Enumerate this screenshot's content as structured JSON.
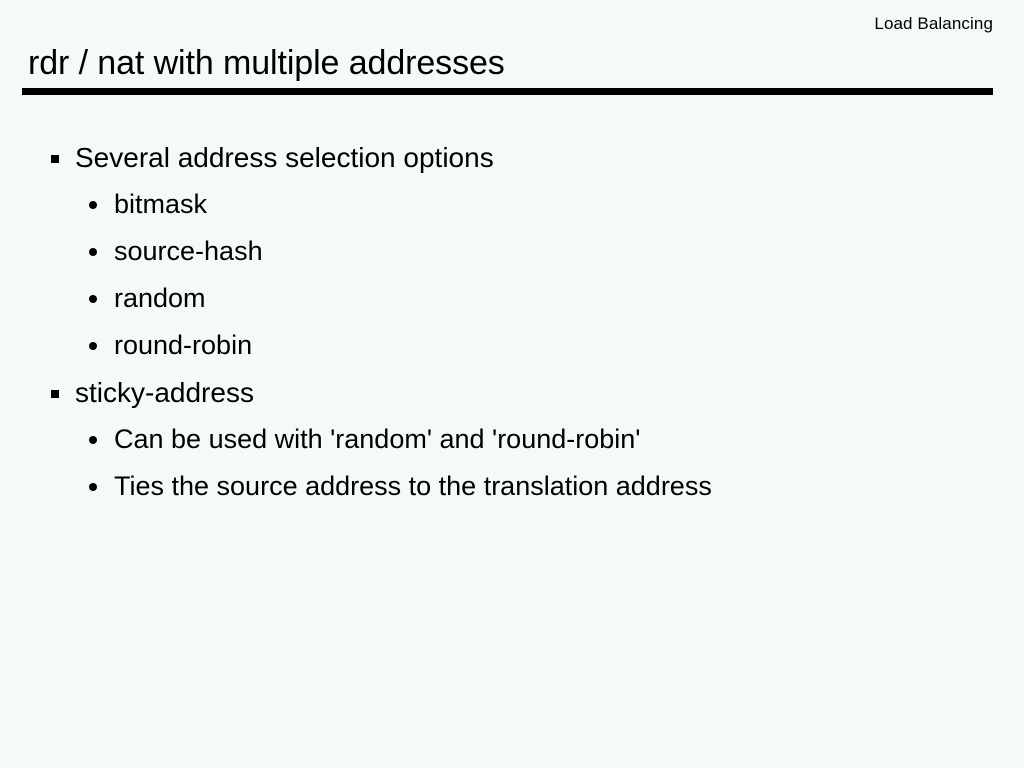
{
  "slide": {
    "header": "Load Balancing",
    "title": "rdr / nat with multiple addresses",
    "background_color": "#f4faf6",
    "text_color": "#000000",
    "rule_color": "#000000",
    "bullets": [
      {
        "level": 1,
        "marker": "square-bullet-icon",
        "text": "Several address selection options"
      },
      {
        "level": 2,
        "marker": "dot-bullet-icon",
        "text": "bitmask"
      },
      {
        "level": 2,
        "marker": "dot-bullet-icon",
        "text": "source-hash"
      },
      {
        "level": 2,
        "marker": "dot-bullet-icon",
        "text": "random"
      },
      {
        "level": 2,
        "marker": "dot-bullet-icon",
        "text": "round-robin"
      },
      {
        "level": 1,
        "marker": "square-bullet-icon",
        "text": "sticky-address"
      },
      {
        "level": 2,
        "marker": "dot-bullet-icon",
        "text": "Can be used with 'random' and 'round-robin'"
      },
      {
        "level": 2,
        "marker": "dot-bullet-icon",
        "text": "Ties the source address to the translation address"
      }
    ]
  }
}
